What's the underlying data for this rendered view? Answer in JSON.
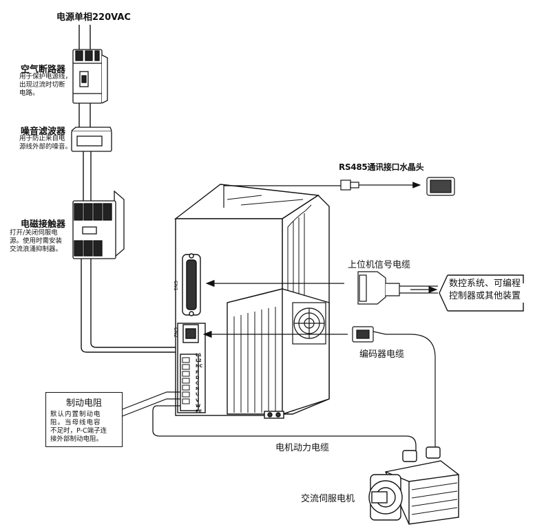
{
  "power": {
    "supply_label": "电源单相220VAC",
    "breaker_title": "空气断路器",
    "breaker_desc": [
      "用于保护电源线，",
      "出现过流时切断",
      "电路。"
    ],
    "filter_title": "噪音滤波器",
    "filter_desc": [
      "用于防止来自电",
      "源线外部的噪音。"
    ],
    "contactor_title": "电磁接触器",
    "contactor_desc": [
      "打开/关闭伺服电",
      "源。使用时需安装",
      "交流浪涌抑制器。"
    ]
  },
  "drive": {
    "cn1_label": "CN1",
    "cn2_label": "CN2",
    "terminals": [
      "L1",
      "L2",
      "NC",
      "P",
      "D",
      "C",
      "N",
      "U",
      "V",
      "W",
      "PE"
    ]
  },
  "connections": {
    "rs485_label": "RS485通讯接口水晶头",
    "host_cable_label": "上位机信号电缆",
    "host_device_lines": [
      "数控系统、可编程",
      "控制器或其他装置"
    ],
    "encoder_cable_label": "编码器电缆",
    "motor_cable_label": "电机动力电缆",
    "motor_label": "交流伺服电机"
  },
  "brake_resistor": {
    "title": "制动电阻",
    "desc": [
      "默认内置制动电",
      "阻。当母线电容",
      "不足时，P-C端子连",
      "接外部制动电阻。"
    ]
  }
}
